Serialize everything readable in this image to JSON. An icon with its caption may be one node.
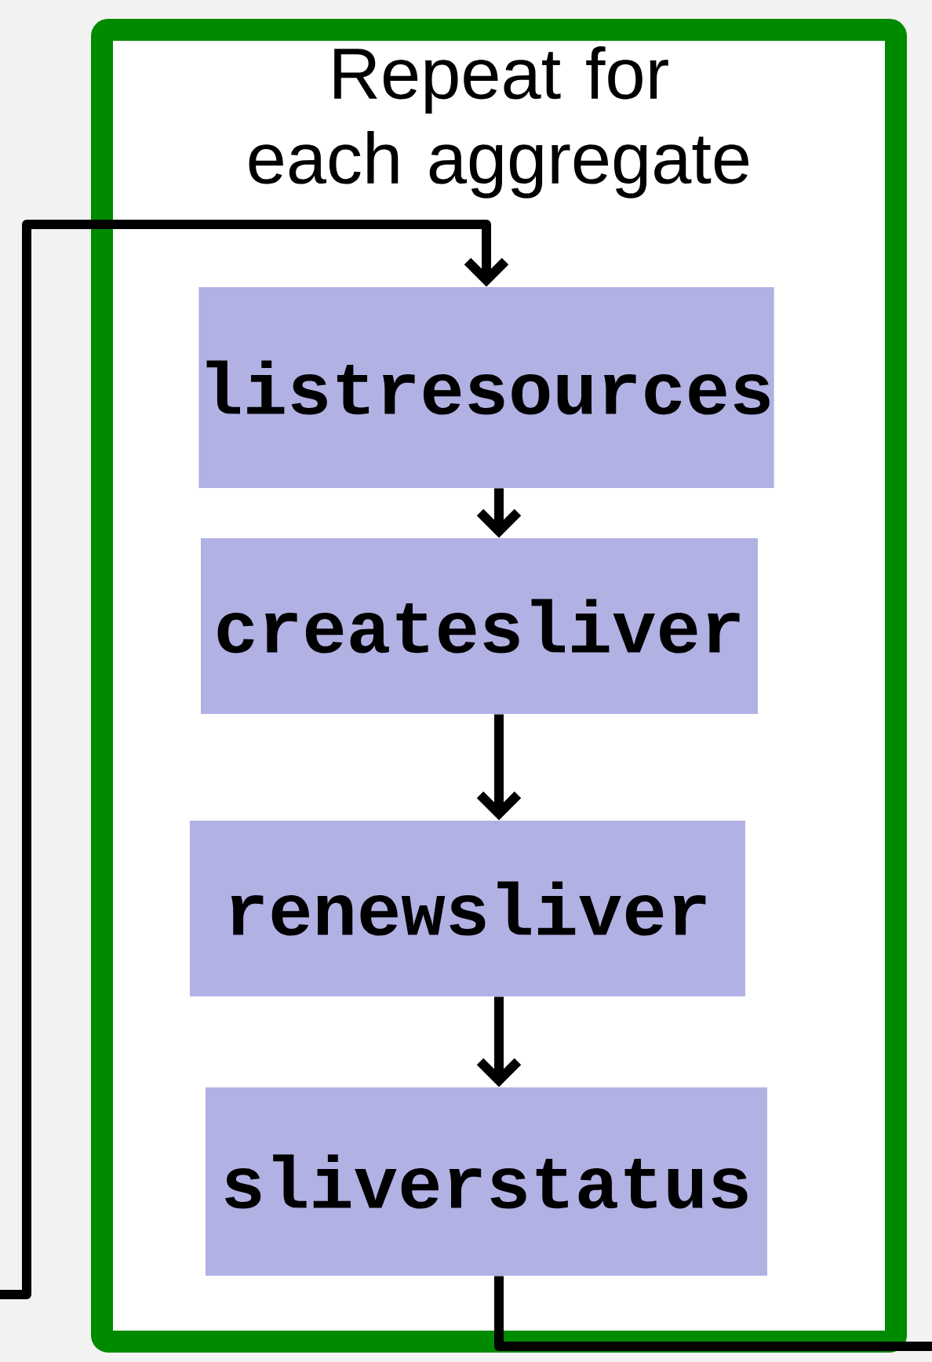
{
  "diagram": {
    "nodes": [
      {
        "text": [
          "Repeat for each aggregate"
        ]
      },
      {
        "text": [
          "listresources"
        ],
        "in": 0
      },
      {
        "text": [
          "createsliver"
        ],
        "in": 0
      },
      {
        "text": [
          "renewsliver"
        ],
        "in": 0
      },
      {
        "text": [
          "sliverstatus"
        ],
        "in": 0
      }
    ],
    "edges": [
      {
        "from": null,
        "to": 1,
        "arrow": "to"
      },
      {
        "from": 1,
        "to": 2,
        "arrow": "to"
      },
      {
        "from": 2,
        "to": 3,
        "arrow": "to"
      },
      {
        "from": 3,
        "to": 4,
        "arrow": "to"
      },
      {
        "from": 4,
        "to": null,
        "arrow": "none"
      }
    ]
  }
}
